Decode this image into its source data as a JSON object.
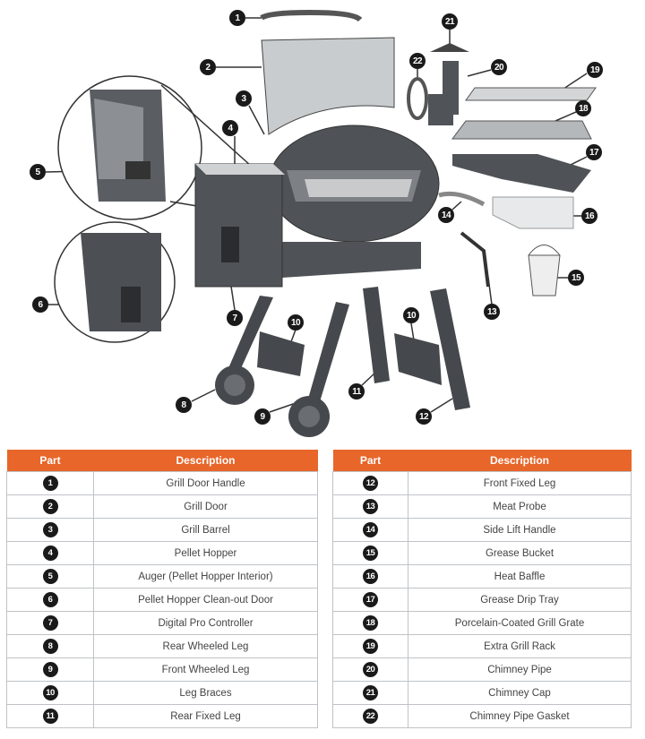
{
  "callouts": [
    "1",
    "2",
    "3",
    "4",
    "5",
    "6",
    "7",
    "8",
    "9",
    "10",
    "10",
    "11",
    "12",
    "13",
    "14",
    "15",
    "16",
    "17",
    "18",
    "19",
    "20",
    "21",
    "22"
  ],
  "tables": {
    "header_part": "Part",
    "header_description": "Description",
    "left": [
      {
        "part": "1",
        "description": "Grill Door Handle"
      },
      {
        "part": "2",
        "description": "Grill Door"
      },
      {
        "part": "3",
        "description": "Grill Barrel"
      },
      {
        "part": "4",
        "description": "Pellet Hopper"
      },
      {
        "part": "5",
        "description": "Auger (Pellet Hopper Interior)"
      },
      {
        "part": "6",
        "description": "Pellet Hopper Clean-out Door"
      },
      {
        "part": "7",
        "description": "Digital Pro Controller"
      },
      {
        "part": "8",
        "description": "Rear Wheeled Leg"
      },
      {
        "part": "9",
        "description": "Front Wheeled Leg"
      },
      {
        "part": "10",
        "description": "Leg Braces"
      },
      {
        "part": "11",
        "description": "Rear Fixed Leg"
      }
    ],
    "right": [
      {
        "part": "12",
        "description": "Front Fixed Leg"
      },
      {
        "part": "13",
        "description": "Meat Probe"
      },
      {
        "part": "14",
        "description": "Side Lift Handle"
      },
      {
        "part": "15",
        "description": "Grease Bucket"
      },
      {
        "part": "16",
        "description": "Heat Baffle"
      },
      {
        "part": "17",
        "description": "Grease Drip Tray"
      },
      {
        "part": "18",
        "description": "Porcelain-Coated Grill Grate"
      },
      {
        "part": "19",
        "description": "Extra Grill Rack"
      },
      {
        "part": "20",
        "description": "Chimney Pipe"
      },
      {
        "part": "21",
        "description": "Chimney Cap"
      },
      {
        "part": "22",
        "description": "Chimney Pipe Gasket"
      }
    ]
  },
  "colors": {
    "header": "#e8662a",
    "callout": "#1a1a1a"
  }
}
